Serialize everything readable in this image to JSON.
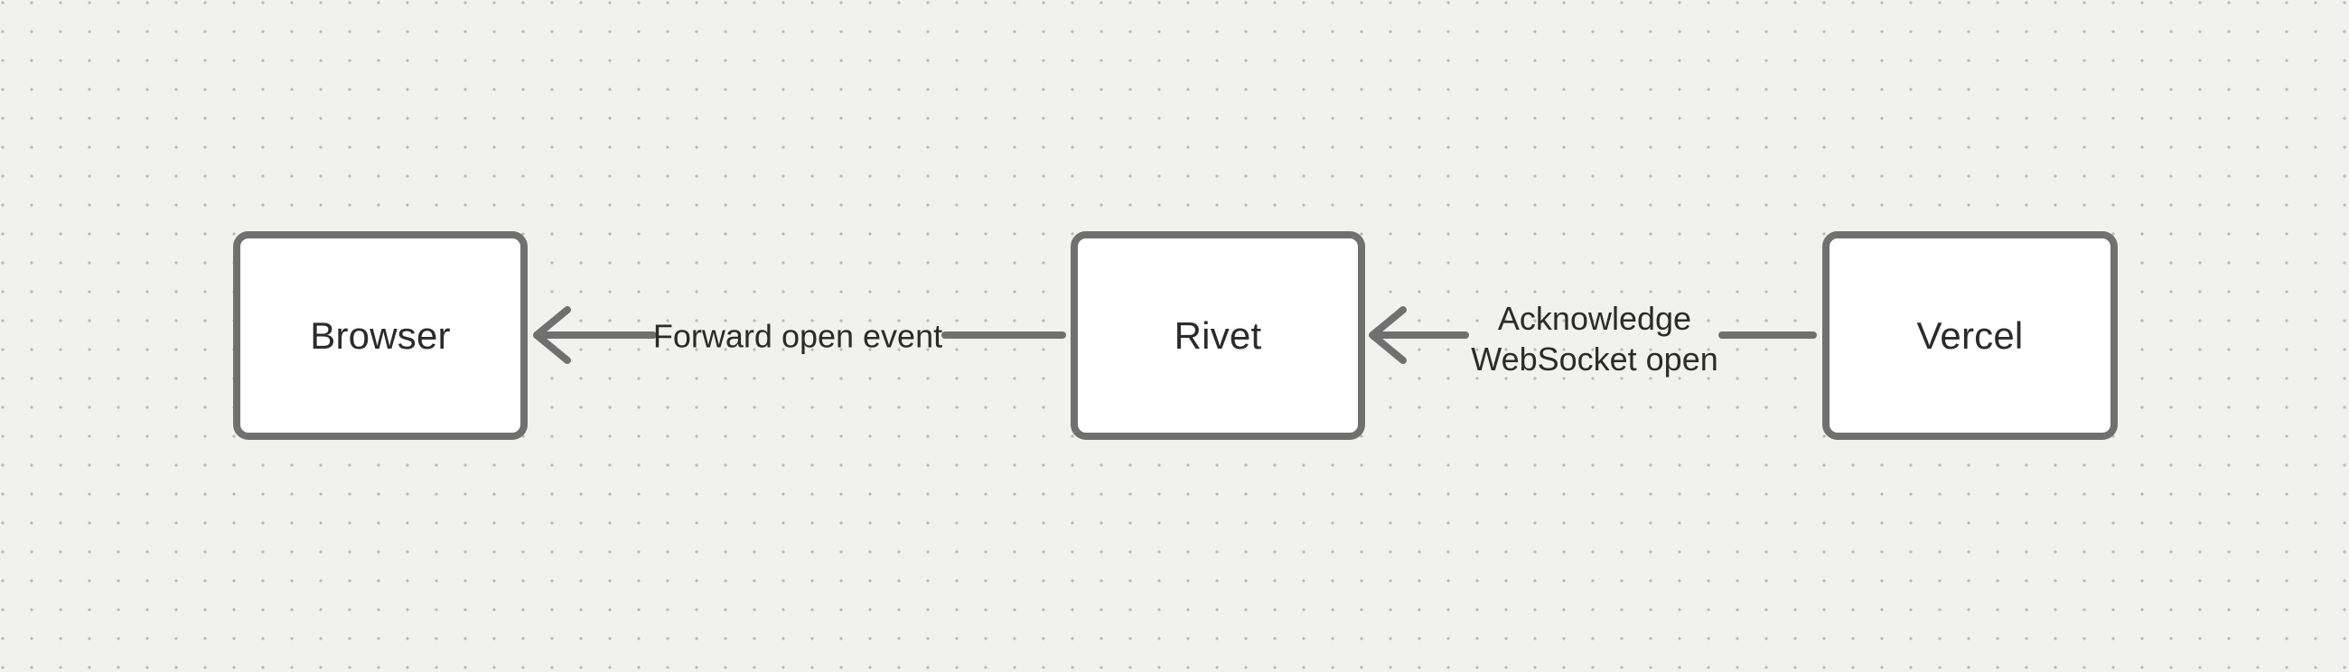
{
  "canvas": {
    "background_color": "#f1f1f0",
    "dot_color": "#b9b9b8",
    "stroke_color": "#707070",
    "node_fill_color": "#ffffff",
    "text_color": "#2b2b2b"
  },
  "nodes": [
    {
      "label": "Browser"
    },
    {
      "label": "Rivet"
    },
    {
      "label": "Vercel"
    }
  ],
  "edges": [
    {
      "label": "Forward open event",
      "from": "Rivet",
      "to": "Browser",
      "direction": "left"
    },
    {
      "label": "Acknowledge WebSocket open",
      "from": "Vercel",
      "to": "Rivet",
      "direction": "left"
    }
  ]
}
